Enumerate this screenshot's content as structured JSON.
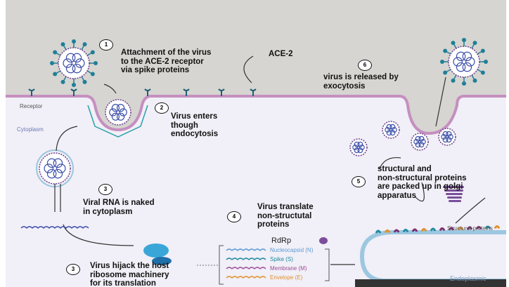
{
  "steps": [
    {
      "num": "1",
      "text": [
        "Attachment of the virus",
        "to the  ACE-2 receptor",
        "via spike proteins"
      ]
    },
    {
      "num": "2",
      "text": [
        "Virus enters",
        "though",
        "endocytosis"
      ]
    },
    {
      "num": "3",
      "text": [
        "Viral RNA is naked",
        "in cytoplasm"
      ]
    },
    {
      "num": "4",
      "text": [
        "Virus translate",
        "non-structutal",
        "proteins"
      ]
    },
    {
      "num": "5",
      "text": [
        "structural and",
        "non-structural proteins",
        "are packed up in golgi",
        "apparatus"
      ]
    },
    {
      "num": "6",
      "text": [
        "virus is released by",
        "exocytosis"
      ]
    },
    {
      "num": "3",
      "text": [
        "Virus hijack the host",
        "ribosome machinery",
        "for its  translation"
      ]
    }
  ],
  "labels": {
    "ace2": "ACE-2",
    "receptor": "Receptor",
    "cytoplasm": "Cytoplasm",
    "rdrp": "RdRp",
    "structural_proteins": "Structural proteins",
    "endoplasmic": "Endoplasmic"
  },
  "legend": [
    {
      "label": "Nucleocapsid (N)",
      "color": "#5b9bd5"
    },
    {
      "label": "Spike (S)",
      "color": "#1f8aa0"
    },
    {
      "label": "Membrane (M)",
      "color": "#9b4d96"
    },
    {
      "label": "Envelope (E)",
      "color": "#e0912a"
    }
  ],
  "colors": {
    "extracellular": "#d6d5d1",
    "cytoplasm": "#f1eff7",
    "membrane": "#c58fc0",
    "spike": "#1f7f97",
    "text": "#111111"
  }
}
